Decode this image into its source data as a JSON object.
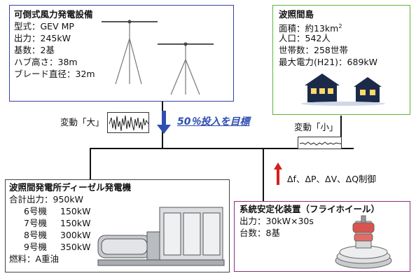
{
  "wind": {
    "title": "可倒式風力発電設備",
    "lines": [
      "型式：GEV MP",
      "出力：245kW",
      "基数：2基",
      "ハブ高さ：38m",
      "ブレード直径：32m"
    ]
  },
  "island": {
    "title": "波照間島",
    "area_prefix": "面積：約13km",
    "area_sup": "2",
    "lines": [
      "人口：542人",
      "世帯数：258世帯",
      "最大電力(H21)：689kW"
    ]
  },
  "fluctuation_large": "変動「大」",
  "fluctuation_small": "変動「小」",
  "target_text": "50％投入を目標",
  "control_text": "Δf、ΔP、ΔV、ΔQ制御",
  "diesel": {
    "title": "波照間発電所ディーゼル発電機",
    "total": "合計出力：950kW",
    "units": [
      {
        "name": "6号機",
        "output": "150kW"
      },
      {
        "name": "7号機",
        "output": "150kW"
      },
      {
        "name": "8号機",
        "output": "300kW"
      },
      {
        "name": "9号機",
        "output": "350kW"
      }
    ],
    "fuel": "燃料：A重油"
  },
  "stabilizer": {
    "title": "系統安定化装置（フライホイール）",
    "lines": [
      "出力：30kW×30s",
      "台数：8基"
    ]
  },
  "colors": {
    "wind_border": "#3a3fa6",
    "island_border": "#5cb536",
    "stabilizer_border": "#8c2e78",
    "arrow_blue": "#2f4fb0",
    "arrow_red": "#d41f1f"
  }
}
